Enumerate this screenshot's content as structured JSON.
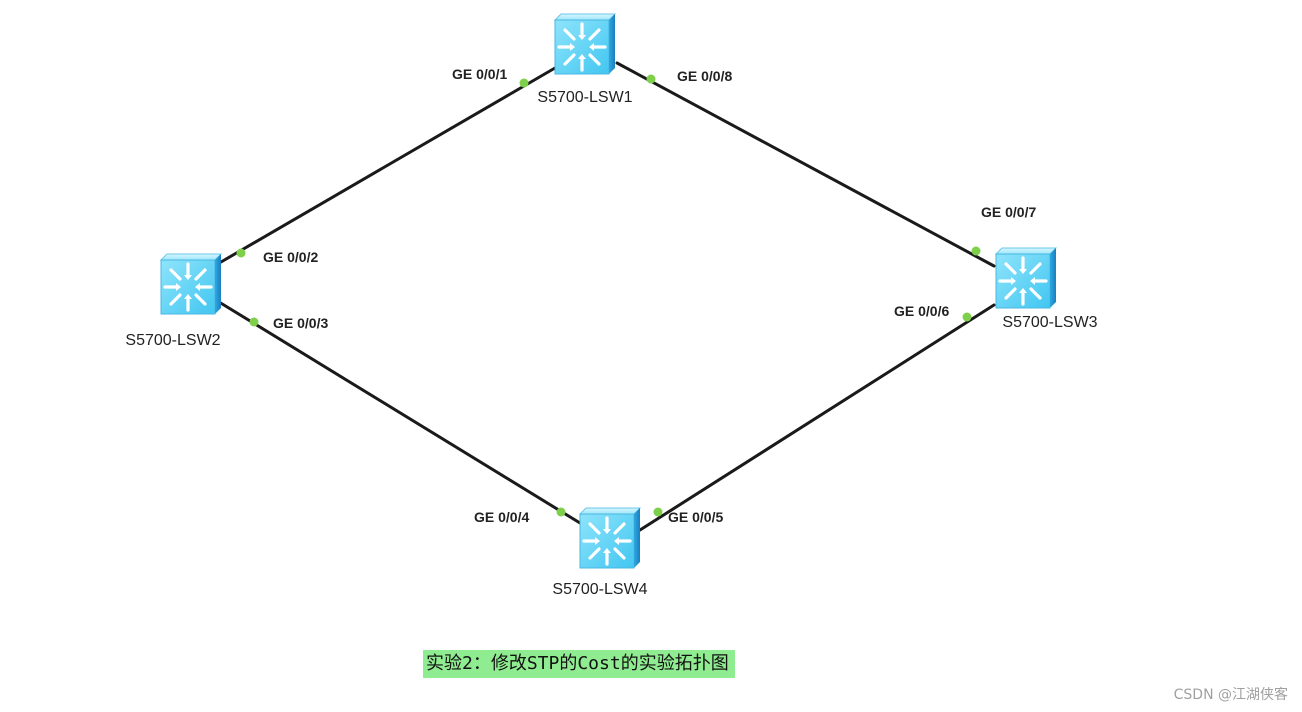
{
  "diagram": {
    "devices": [
      {
        "id": "lsw1",
        "label": "S5700-LSW1",
        "icon": "switch-icon"
      },
      {
        "id": "lsw2",
        "label": "S5700-LSW2",
        "icon": "switch-icon"
      },
      {
        "id": "lsw3",
        "label": "S5700-LSW3",
        "icon": "switch-icon"
      },
      {
        "id": "lsw4",
        "label": "S5700-LSW4",
        "icon": "switch-icon"
      }
    ],
    "links": [
      {
        "from": "lsw1",
        "from_port": "GE 0/0/1",
        "to": "lsw2",
        "to_port": "GE 0/0/2"
      },
      {
        "from": "lsw1",
        "from_port": "GE 0/0/8",
        "to": "lsw3",
        "to_port": "GE 0/0/7"
      },
      {
        "from": "lsw2",
        "from_port": "GE 0/0/3",
        "to": "lsw4",
        "to_port": "GE 0/0/4"
      },
      {
        "from": "lsw4",
        "from_port": "GE 0/0/5",
        "to": "lsw3",
        "to_port": "GE 0/0/6"
      }
    ],
    "colors": {
      "link": "#1a1a1a",
      "port_dot": "#7ed04b",
      "switch_body": "#5fd3f7",
      "caption_highlight": "#90ec90"
    }
  },
  "caption": "实验2：修改STP的Cost的实验拓扑图",
  "watermark": "CSDN @江湖侠客"
}
